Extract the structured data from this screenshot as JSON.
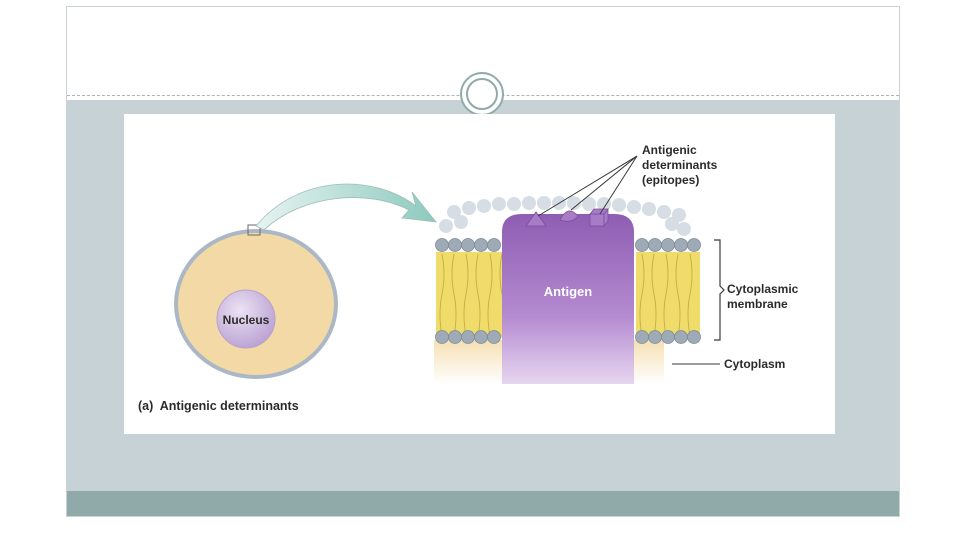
{
  "figure": {
    "caption": "(a)  Antigenic determinants",
    "labels": {
      "nucleus": "Nucleus",
      "antigen": "Antigen",
      "epitope_line1": "Antigenic",
      "epitope_line2": "determinants",
      "epitope_line3": "(epitopes)",
      "membrane_line1": "Cytoplasmic",
      "membrane_line2": "membrane",
      "cytoplasm": "Cytoplasm"
    }
  },
  "colors": {
    "cell_fill": "#f3d9a6",
    "cell_border": "#a9b8c4",
    "nucleus": "#c9b4dc",
    "antigen": "#a174c2",
    "lipid_tail": "#f0dc6a",
    "lipid_head": "#9eaab6",
    "arrow": "#9fcfc6",
    "slide_body": "#c6d2d6",
    "slide_bar": "#8faaa8"
  }
}
